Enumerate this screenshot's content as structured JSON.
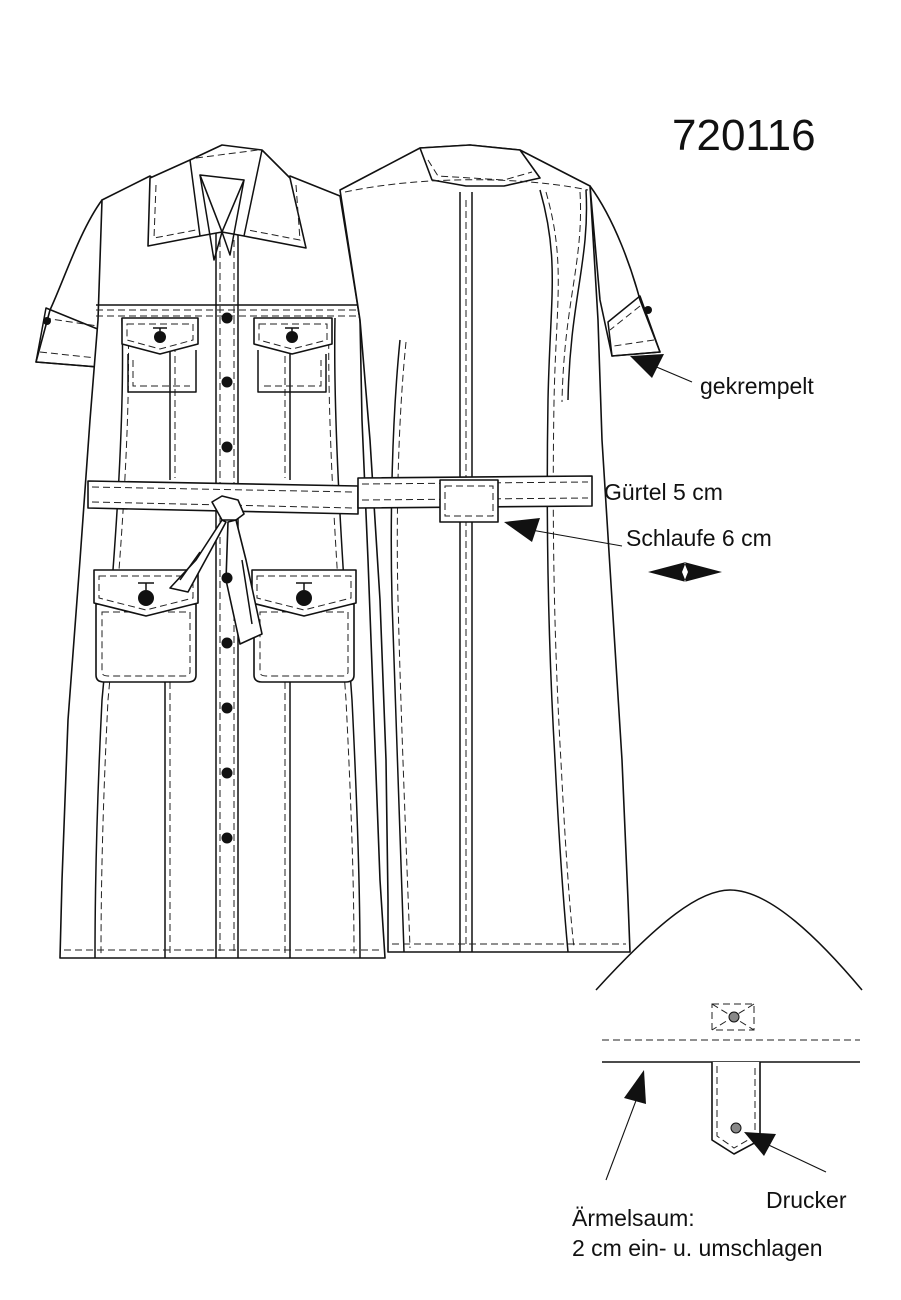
{
  "model_number": "720116",
  "annotations": {
    "rolled_sleeve": "gekrempelt",
    "belt": "Gürtel 5 cm",
    "belt_loop": "Schlaufe 6 cm",
    "snap": "Drucker",
    "hem_line1": "Ärmelsaum:",
    "hem_line2": "2 cm ein- u. umschlagen"
  },
  "colors": {
    "line": "#111111",
    "paper": "#ffffff",
    "snap_fill": "#888888"
  }
}
